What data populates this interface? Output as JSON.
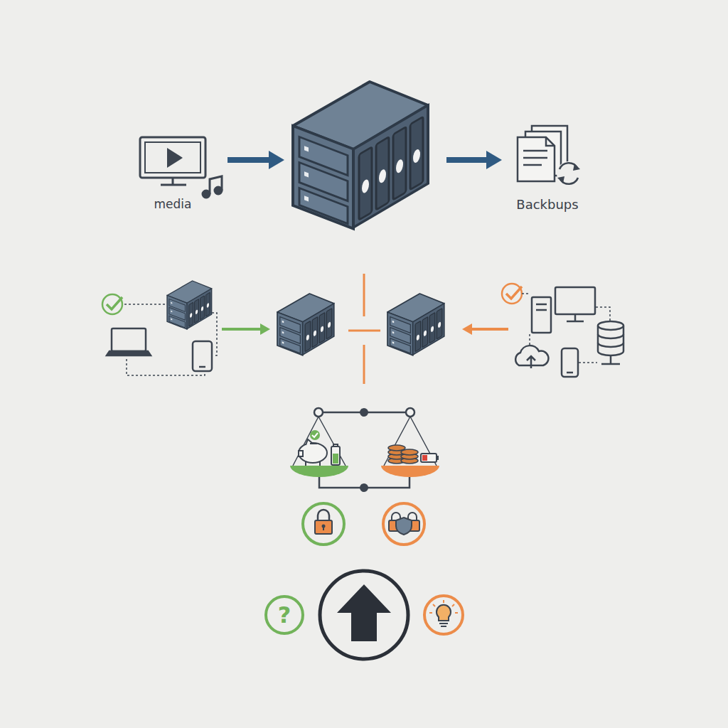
{
  "diagram": {
    "nodes": [
      {
        "text": [
          "?"
        ]
      }
    ],
    "labels": [
      "media",
      "Backbups"
    ]
  }
}
